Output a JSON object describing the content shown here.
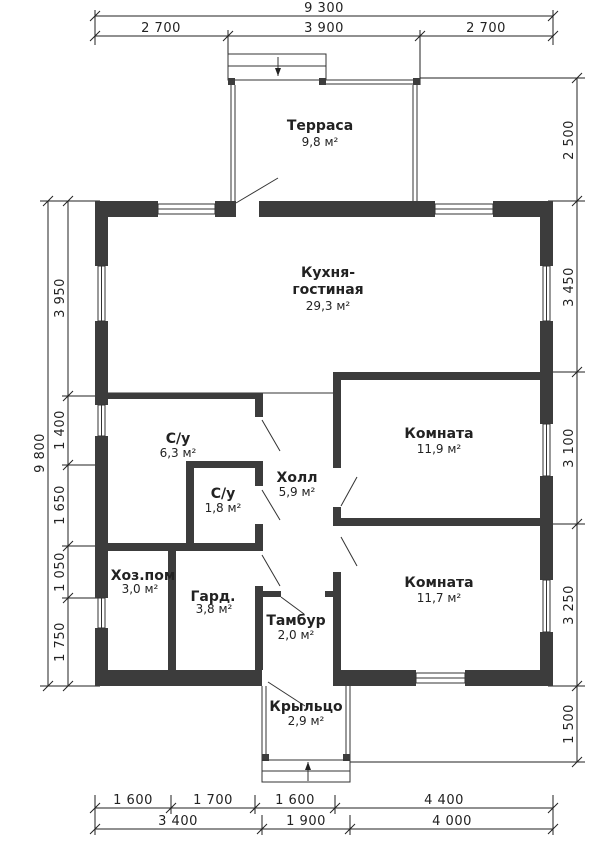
{
  "dimensions": {
    "top_total": "9 300",
    "top_segments": [
      "2 700",
      "3 900",
      "2 700"
    ],
    "left_total": "9 800",
    "left_segments": [
      "3 950",
      "1 400",
      "1 650",
      "1 050",
      "1 750"
    ],
    "right_segments": [
      "2 500",
      "3 450",
      "3 100",
      "3 250",
      "1 500"
    ],
    "bottom_row1": [
      "1 600",
      "1 700",
      "1 600",
      "4 400"
    ],
    "bottom_row2": [
      "3 400",
      "1 900",
      "4 000"
    ]
  },
  "rooms": [
    {
      "name": "Терраса",
      "area": "9,8 м²"
    },
    {
      "name": "Кухня-",
      "name2": "гостиная",
      "area": "29,3 м²"
    },
    {
      "name": "Комната",
      "area": "11,9 м²"
    },
    {
      "name": "С/у",
      "area": "6,3 м²"
    },
    {
      "name": "С/у",
      "area": "1,8 м²"
    },
    {
      "name": "Холл",
      "area": "5,9 м²"
    },
    {
      "name": "Комната",
      "area": "11,7 м²"
    },
    {
      "name": "Хоз.пом",
      "area": "3,0 м²"
    },
    {
      "name": "Гард.",
      "area": "3,8 м²"
    },
    {
      "name": "Тамбур",
      "area": "2,0 м²"
    },
    {
      "name": "Крыльцо",
      "area": "2,9 м²"
    }
  ]
}
